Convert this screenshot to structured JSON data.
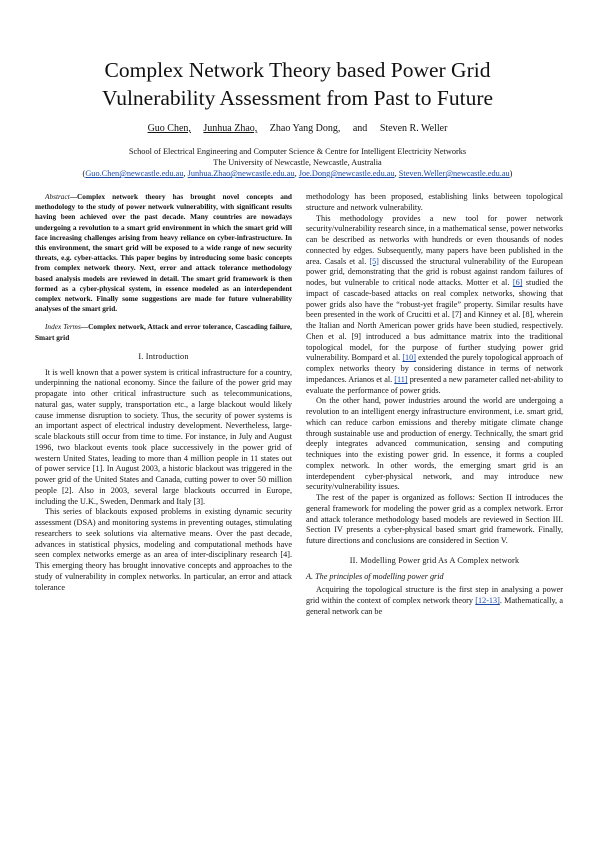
{
  "paper": {
    "title_line1": "Complex Network Theory based Power Grid",
    "title_line2": "Vulnerability Assessment from Past to Future",
    "authors": [
      "Guo Chen,",
      "Junhua Zhao,",
      "Zhao Yang Dong,",
      "and",
      "Steven R. Weller"
    ],
    "affiliation_line1": "School of Electrical Engineering and Computer Science & Centre for Intelligent Electricity Networks",
    "affiliation_line2": "The University of Newcastle, Newcastle, Australia",
    "emails": {
      "open": "(",
      "e1": "Guo.Chen@newcastle.edu.au",
      "e2": "Junhua.Zhao@newcastle.edu.au",
      "e3": "Joe.Dong@newcastle.edu.au",
      "e4": "Steven.Weller@newcastle.edu.au",
      "sep": ", ",
      "close": ")"
    }
  },
  "left_column": {
    "abstract_lead": "Abstract",
    "abstract_text": "—Complex network theory has brought novel concepts and methodology to the study of power network vulnerability, with significant results having been achieved over the past decade. Many countries are nowadays undergoing a revolution to a smart grid environment in which the smart grid will face increasing challenges arising from heavy reliance on cyber-infrastructure. In this environment, the smart grid will be exposed to a wide range of new security threats, e.g. cyber-attacks. This paper begins by introducing some basic concepts from complex network theory. Next, error and attack tolerance methodology based analysis models are reviewed in detail. The smart grid framework is then formed as a cyber-physical system, in essence modeled as an interdependent complex network. Finally some suggestions are made for future vulnerability analyses of the smart grid.",
    "index_lead": "Index Terms",
    "index_text": "—Complex network, Attack and error tolerance, Cascading failure, Smart grid",
    "section1_title": "I. Introduction",
    "p1": "It is well known that a power system is critical infrastructure for a country, underpinning the national economy. Since the failure of the power grid may propagate into other critical infrastructure such as telecommunications, natural gas, water supply, transportation etc., a large blackout would likely cause immense disruption to society. Thus, the security of power systems is an important aspect of electrical industry development. Nevertheless, large-scale blackouts still occur from time to time. For instance, in July and August 1996, two blackout events took place successively in the power grid of western United States, leading to more than 4 million people in 11 states out of power service [1]. In August 2003, a historic blackout was triggered in the power grid of the United States and Canada, cutting power to over 50 million people [2]. Also in 2003, several large blackouts occurred in Europe, including the U.K., Sweden, Denmark and Italy [3].",
    "p2": "This series of blackouts exposed problems in existing dynamic security assessment (DSA) and monitoring systems in preventing outages, stimulating researchers to seek solutions via alternative means. Over the past decade, advances in statistical physics, modeling and computational methods have seen complex networks emerge as an area of inter-disciplinary research [4]. This emerging theory has brought innovative concepts and approaches to the study of vulnerability in complex networks. In particular, an error and attack tolerance"
  },
  "right_column": {
    "p1": "methodology has been proposed, establishing links between topological structure and network vulnerability.",
    "p2_a": "This methodology provides a new tool for power network security/vulnerability research since, in a mathematical sense, power networks can be described as networks with hundreds or even thousands of nodes connected by edges. Subsequently, many papers have been published in the area. Casals et al. ",
    "p2_r5": "[5]",
    "p2_b": " discussed the structural vulnerability of the European power grid, demonstrating that the grid is robust against random failures of nodes, but vulnerable to critical node attacks. Motter et al. ",
    "p2_r6": "[6]",
    "p2_c": " studied the impact of cascade-based attacks on real complex networks, showing that power grids also have the “robust-yet fragile” property. Similar results have been presented in the work of Crucitti et al. [7] and Kinney et al. [8], wherein the Italian and North American power grids have been studied, respectively. Chen et al. [9] introduced a bus admittance matrix into the traditional topological model, for the purpose of further studying power grid vulnerability. Bompard et al. ",
    "p2_r10": "[10]",
    "p2_d": " extended the purely topological approach of complex networks theory by considering distance in terms of network impedances. Arianos et al. ",
    "p2_r11": "[11]",
    "p2_e": " presented a new parameter called net-ability to evaluate the performance of power grids.",
    "p3": "On the other hand, power industries around the world are undergoing a revolution to an intelligent energy infrastructure environment, i.e. smart grid, which can reduce carbon emissions and thereby mitigate climate change through sustainable use and production of energy. Technically, the smart grid deeply integrates advanced communication, sensing and computing techniques into the existing power grid. In essence, it forms a coupled complex network. In other words, the emerging smart grid is an interdependent cyber-physical network, and may introduce new security/vulnerability issues.",
    "p4": "The rest of the paper is organized as follows: Section II introduces the general framework for modeling the power grid as a complex network. Error and attack tolerance methodology based models are reviewed in Section III. Section IV presents a cyber-physical based smart grid framework. Finally, future directions and conclusions are considered in Section V.",
    "section2_title": "II. Modelling Power grid As A Complex network",
    "subsection_a": "A. The principles of modelling power grid",
    "p5_a": "Acquiring the topological structure is the first step in analysing a power grid within the context of complex network theory ",
    "p5_r": "[12-13]",
    "p5_b": ". Mathematically, a general network can be"
  }
}
